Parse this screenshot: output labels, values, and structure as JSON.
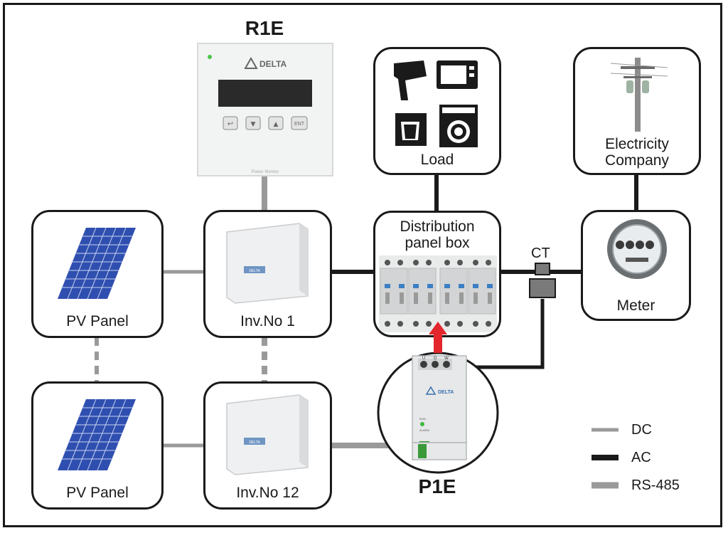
{
  "labels": {
    "r1e": "R1E",
    "p1e": "P1E",
    "load": "Load",
    "company_line1": "Electricity",
    "company_line2": "Company",
    "dist_line1": "Distribution",
    "dist_line2": "panel box",
    "ct": "CT",
    "meter": "Meter",
    "pv1": "PV Panel",
    "pv2": "PV Panel",
    "inv1": "Inv.No 1",
    "inv12": "Inv.No 12"
  },
  "device_text": {
    "delta_logo": "DELTA",
    "r1e_buttons": [
      "↩",
      "▼",
      "▲",
      "ENT"
    ],
    "power_monitor": "Power Monitor",
    "p1e_terminals": [
      "U",
      "O",
      "W"
    ],
    "p1e_run": "RUN",
    "p1e_alarm": "ALARM"
  },
  "legend": [
    {
      "label": "DC",
      "color": "#9a9a9a"
    },
    {
      "label": "AC",
      "color": "#1a1a1a"
    },
    {
      "label": "RS-485",
      "color": "#9a9a9a"
    }
  ],
  "colors": {
    "dc": "#9a9a9a",
    "ac": "#1a1a1a",
    "rs485": "#9a9a9a",
    "arrow": "#e3262b",
    "solar": "#2f4fb0"
  }
}
